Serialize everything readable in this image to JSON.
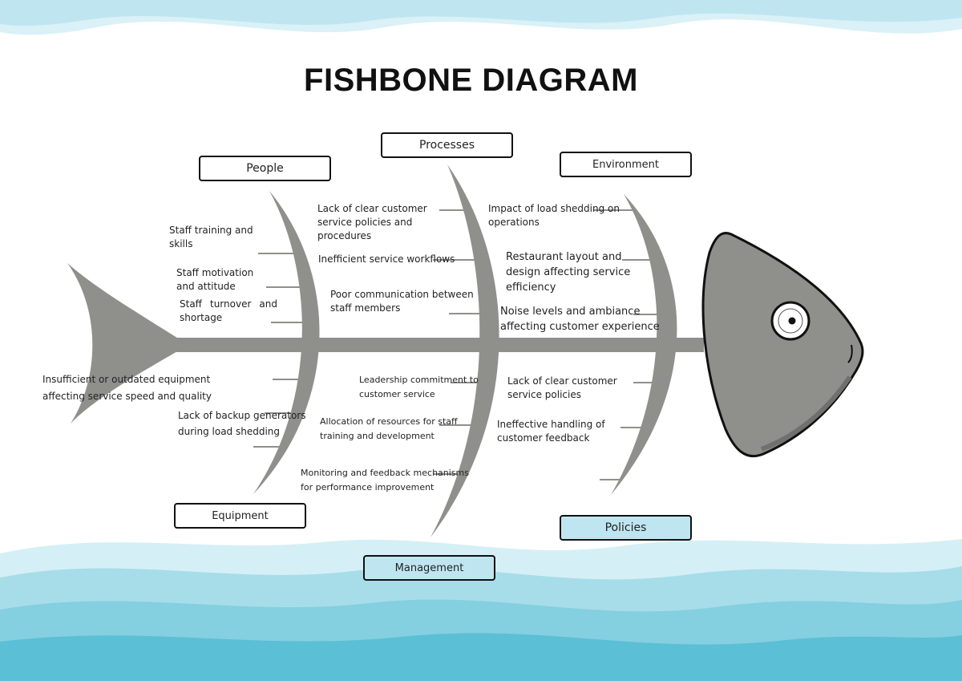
{
  "title": "FISHBONE DIAGRAM",
  "colors": {
    "bone": "#8f8f8c",
    "water_light": "#bfe6f0",
    "water_mid": "#8fd4e3",
    "water_dark": "#5bbfd6",
    "outline": "#111111"
  },
  "categories": {
    "people": "People",
    "processes": "Processes",
    "environment": "Environment",
    "equipment": "Equipment",
    "management": "Management",
    "policies": "Policies"
  },
  "causes": {
    "people": [
      "Staff training and skills",
      "Staff motivation and attitude",
      "Staff turnover and shortage"
    ],
    "processes": [
      "Lack of clear customer service policies and procedures",
      "Inefficient service workflows",
      "Poor communication between staff members"
    ],
    "environment": [
      "Impact of load shedding on operations",
      "Restaurant layout and design affecting service efficiency",
      "Noise levels and ambiance affecting customer experience"
    ],
    "equipment": [
      "Insufficient or outdated equipment affecting service speed and quality",
      "Lack of backup generators during load shedding"
    ],
    "management": [
      "Leadership commitment to customer service",
      "Allocation of resources for staff training and development",
      "Monitoring and feedback mechanisms for performance improvement"
    ],
    "policies": [
      "Lack of clear customer service policies",
      "Ineffective handling of customer feedback"
    ]
  }
}
